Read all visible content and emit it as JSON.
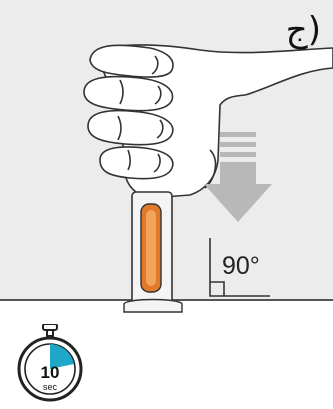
{
  "step": {
    "label": "ج)"
  },
  "angle": {
    "text": "90°"
  },
  "timer": {
    "seconds": "10",
    "unit": "sec",
    "accent": "#1ea7c8"
  },
  "colors": {
    "skin_bg": "#e9e9e9",
    "pen_window": "#e07a2a",
    "arrow": "#b8b8b8",
    "surface": "#d9d9d9"
  }
}
